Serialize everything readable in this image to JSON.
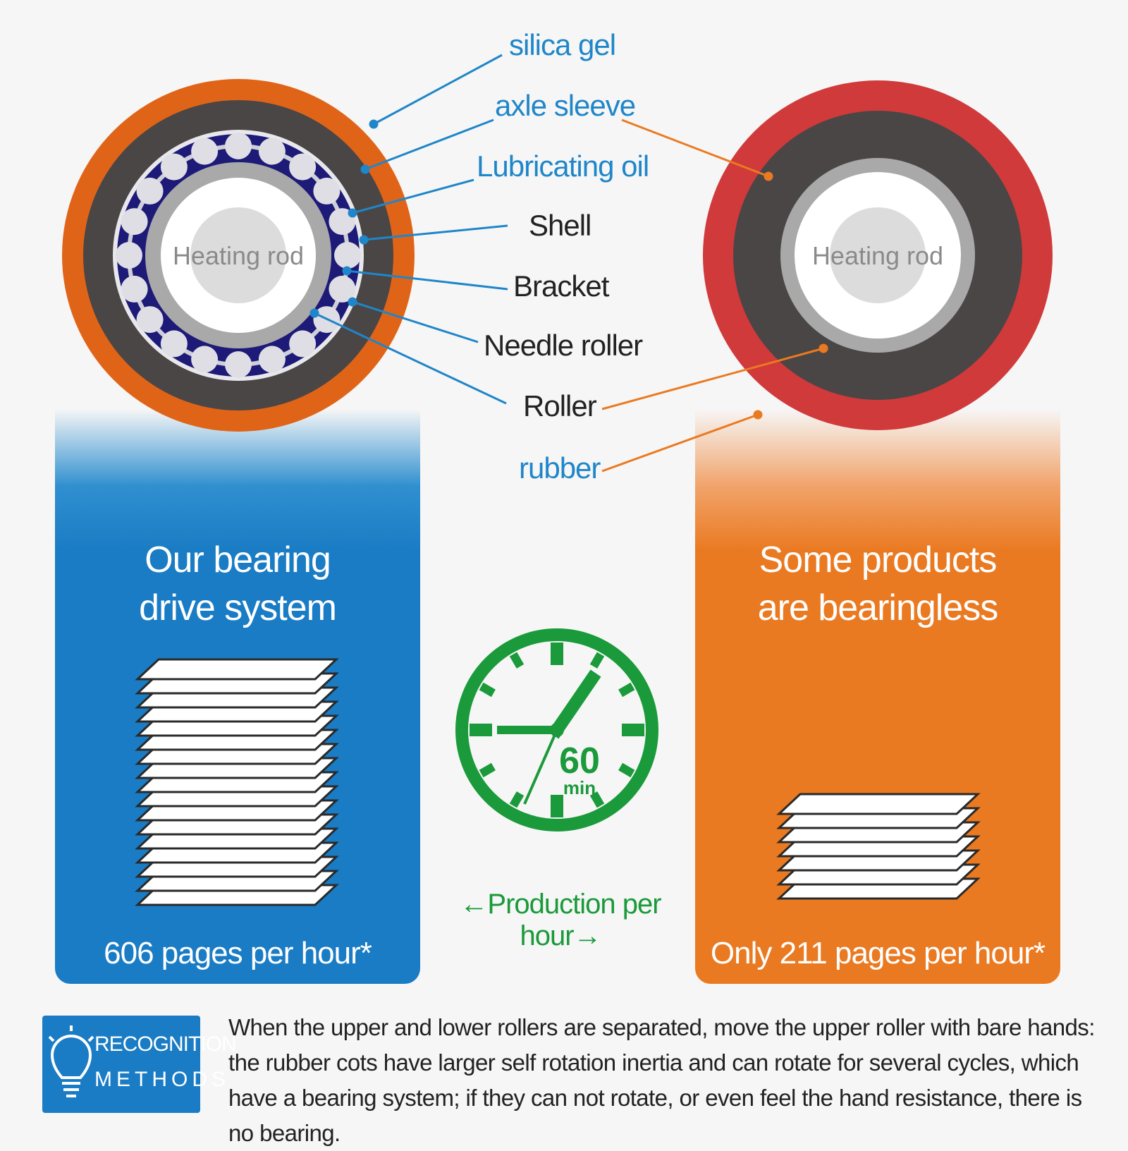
{
  "diagram": {
    "left_roller": {
      "center_label": "Heating rod"
    },
    "right_roller": {
      "center_label": "Heating rod"
    },
    "labels": {
      "silica_gel": "silica gel",
      "axle_sleeve": "axle sleeve",
      "lubricating_oil": "Lubricating oil",
      "shell": "Shell",
      "bracket": "Bracket",
      "needle_roller": "Needle roller",
      "roller": "Roller",
      "rubber": "rubber"
    },
    "left_panel": {
      "title_line1": "Our bearing",
      "title_line2": "drive system",
      "count": "606 pages per hour*"
    },
    "right_panel": {
      "title_line1": "Some products",
      "title_line2": "are bearingless",
      "count": "Only 211 pages per hour*"
    },
    "clock": {
      "value": "60",
      "unit": "min"
    },
    "production_label": "←Production per hour→",
    "recognition": {
      "badge_line1": "RECOGNITION",
      "badge_line2": "METHODS",
      "text": "When the upper and lower rollers are separated, move the upper roller with bare hands: the rubber cots have larger self rotation inertia and can rotate for several cycles, which have a bearing system; if they can not rotate, or even feel the hand resistance, there is no bearing."
    },
    "colors": {
      "blue": "#1a7cc4",
      "orange": "#ea7a22",
      "left_outer": "#e06418",
      "right_outer": "#d03a3a",
      "dark_ring": "#4a4646",
      "green": "#1a9a3a",
      "bearing_cage": "#1d1a78"
    }
  }
}
